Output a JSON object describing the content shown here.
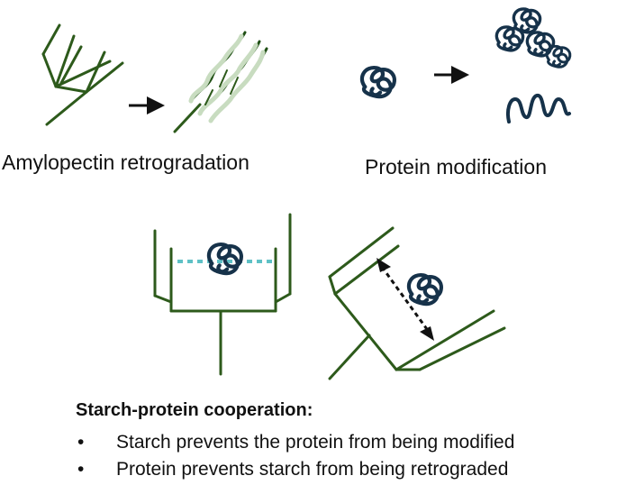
{
  "panels": {
    "amylopectin": {
      "caption": "Amylopectin retrogradation",
      "icons": [
        "amylopectin-branched-icon",
        "arrow-right-icon",
        "retrograded-double-helix-icon"
      ]
    },
    "protein": {
      "caption": "Protein modification",
      "icons": [
        "folded-protein-icon",
        "arrow-right-icon",
        "aggregated-protein-icon",
        "unfolded-protein-icon"
      ]
    },
    "cooperation": {
      "icons": [
        "starch-cup-with-protein-icon",
        "tilted-starch-with-protein-icon",
        "double-headed-arrow-icon"
      ]
    }
  },
  "summary": {
    "heading": "Starch-protein cooperation:",
    "bullets": [
      {
        "mark": "•",
        "text": "Starch prevents the protein from being modified"
      },
      {
        "mark": "•",
        "text": "Protein prevents starch from being retrograded"
      }
    ]
  },
  "colors": {
    "starch_green": "#2d5a1b",
    "protein_navy": "#16324a",
    "arrow_black": "#111111",
    "dotted_teal": "#5fc1c6",
    "helix_dark": "#1f4f14",
    "helix_light": "#c8dcc0"
  }
}
